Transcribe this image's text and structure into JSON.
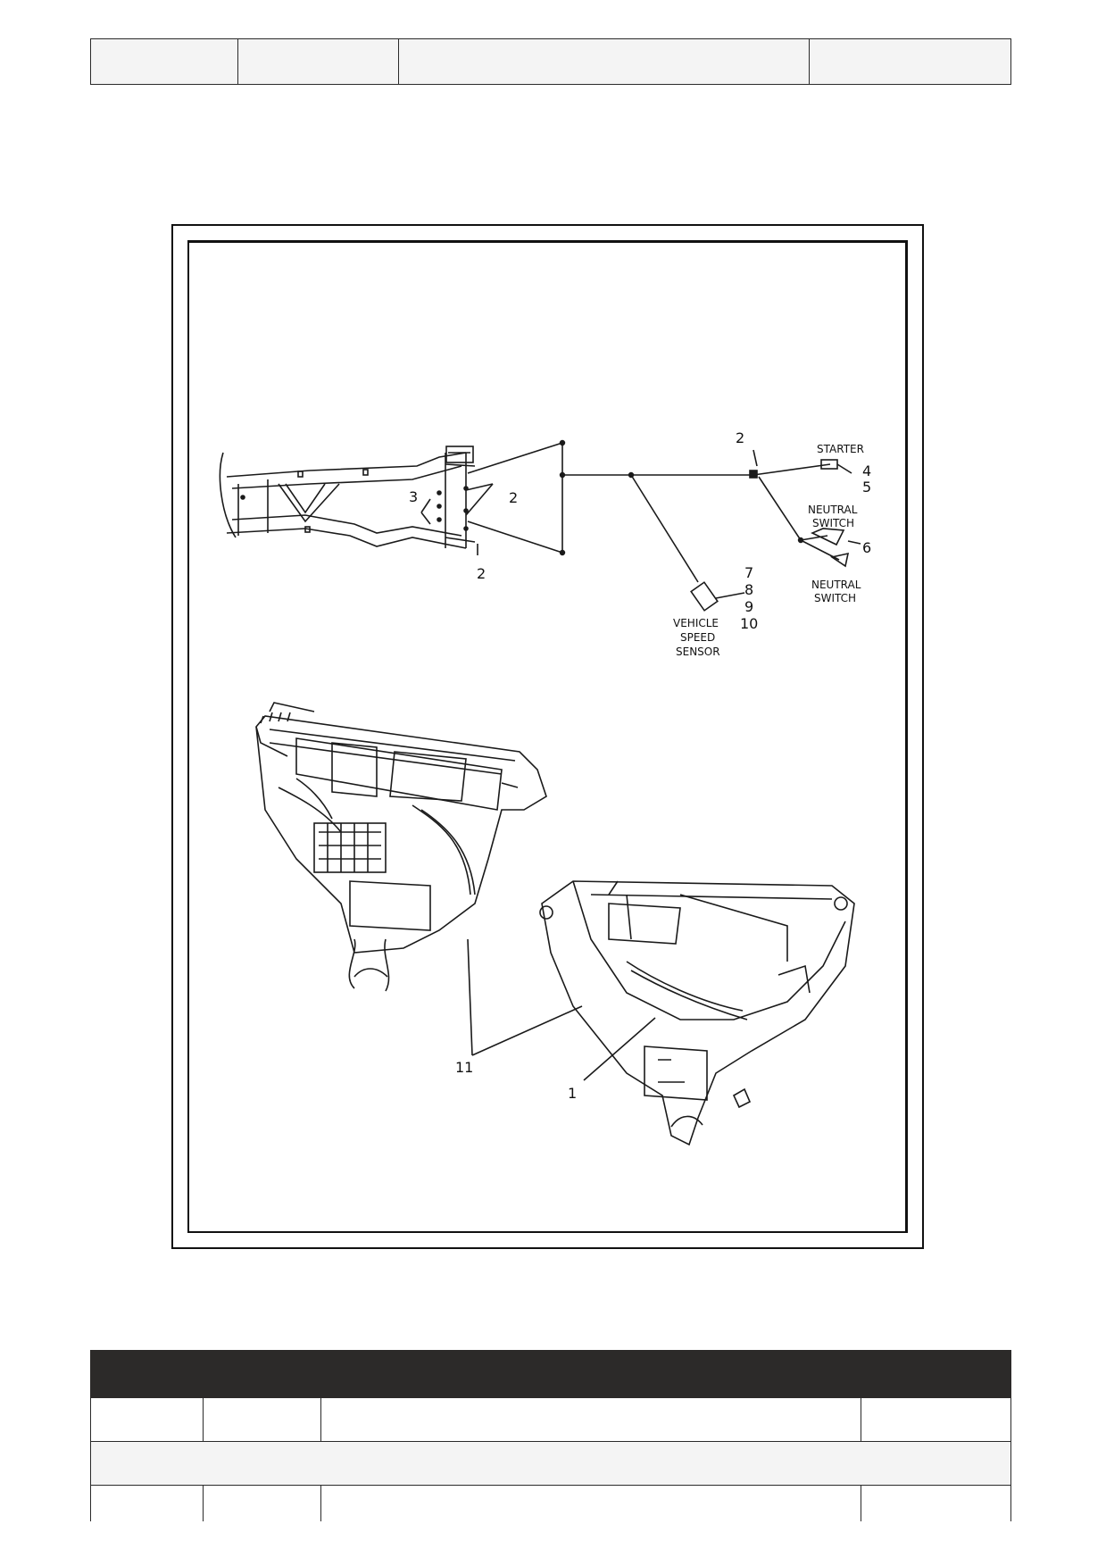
{
  "top_table": {
    "rows": [
      [
        "",
        "",
        "",
        ""
      ]
    ]
  },
  "bottom_table": {
    "header": [
      "",
      "",
      "",
      ""
    ],
    "rows": [
      [
        "",
        "",
        "",
        ""
      ],
      [
        ""
      ],
      [
        "",
        "",
        "",
        ""
      ]
    ]
  },
  "figure": {
    "callouts": {
      "c1": "1",
      "c2a": "2",
      "c2b": "2",
      "c2c": "2",
      "c3": "3",
      "c4": "4",
      "c5": "5",
      "c6": "6",
      "c7": "7",
      "c8": "8",
      "c9": "9",
      "c10": "10",
      "c11": "11"
    },
    "labels": {
      "starter": "STARTER",
      "neutral_switch_top_1": "NEUTRAL",
      "neutral_switch_top_2": "SWITCH",
      "neutral_switch_bottom_1": "NEUTRAL",
      "neutral_switch_bottom_2": "SWITCH",
      "vss_1": "VEHICLE",
      "vss_2": "SPEED",
      "vss_3": "SENSOR"
    }
  }
}
